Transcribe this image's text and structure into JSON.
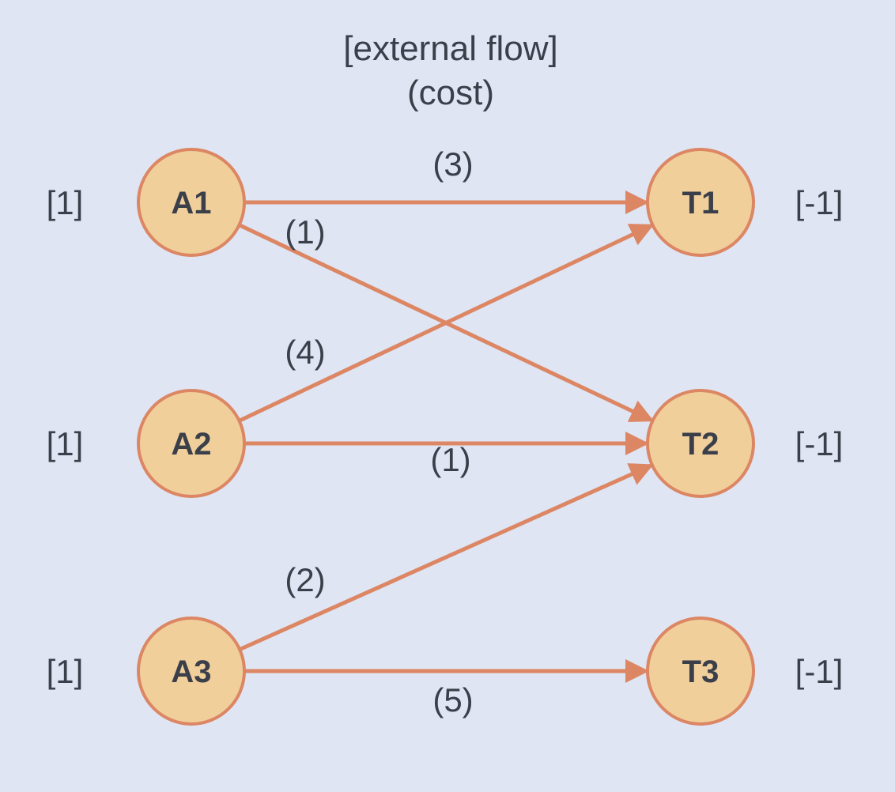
{
  "legend": {
    "line1": "[external flow]",
    "line2": "(cost)"
  },
  "colors": {
    "background": "#dfe5f2",
    "node_fill": "#f0cf9b",
    "node_stroke": "#dc8664",
    "edge": "#dc8664",
    "text": "#3a3f4a"
  },
  "nodes": [
    {
      "id": "A1",
      "label": "A1",
      "flow": "[1]"
    },
    {
      "id": "A2",
      "label": "A2",
      "flow": "[1]"
    },
    {
      "id": "A3",
      "label": "A3",
      "flow": "[1]"
    },
    {
      "id": "T1",
      "label": "T1",
      "flow": "[-1]"
    },
    {
      "id": "T2",
      "label": "T2",
      "flow": "[-1]"
    },
    {
      "id": "T3",
      "label": "T3",
      "flow": "[-1]"
    }
  ],
  "edges": [
    {
      "from": "A1",
      "to": "T1",
      "cost": "(3)"
    },
    {
      "from": "A1",
      "to": "T2",
      "cost": "(1)"
    },
    {
      "from": "A2",
      "to": "T1",
      "cost": "(4)"
    },
    {
      "from": "A2",
      "to": "T2",
      "cost": "(1)"
    },
    {
      "from": "A3",
      "to": "T2",
      "cost": "(2)"
    },
    {
      "from": "A3",
      "to": "T3",
      "cost": "(5)"
    }
  ]
}
